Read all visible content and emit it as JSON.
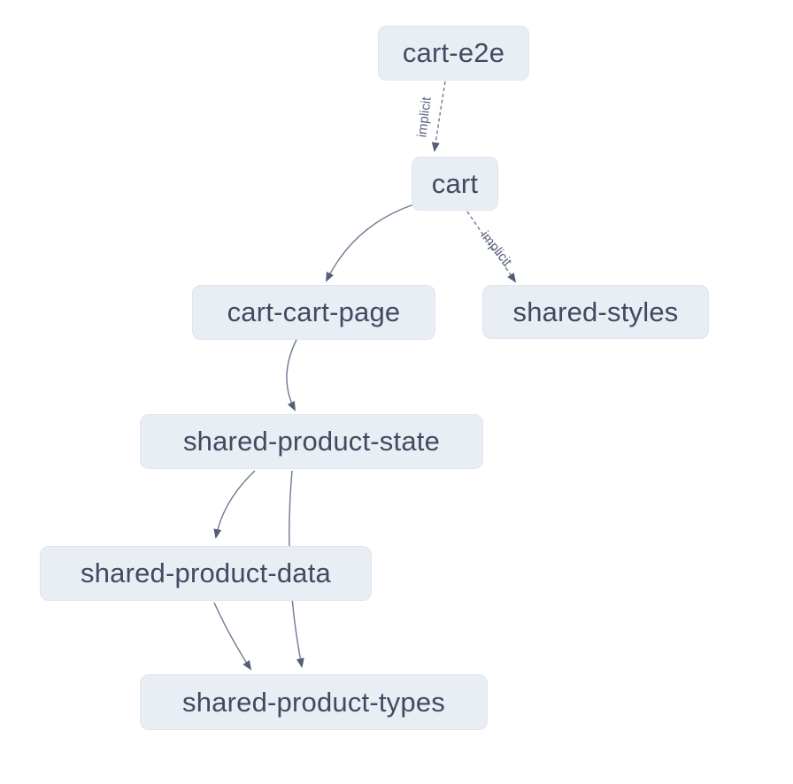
{
  "diagram": {
    "type": "dependency-graph",
    "nodes": [
      {
        "id": "cart-e2e",
        "label": "cart-e2e"
      },
      {
        "id": "cart",
        "label": "cart"
      },
      {
        "id": "cart-cart-page",
        "label": "cart-cart-page"
      },
      {
        "id": "shared-styles",
        "label": "shared-styles"
      },
      {
        "id": "shared-product-state",
        "label": "shared-product-state"
      },
      {
        "id": "shared-product-data",
        "label": "shared-product-data"
      },
      {
        "id": "shared-product-types",
        "label": "shared-product-types"
      }
    ],
    "edges": [
      {
        "from": "cart-e2e",
        "to": "cart",
        "type": "implicit",
        "label": "implicit"
      },
      {
        "from": "cart",
        "to": "cart-cart-page",
        "type": "static",
        "label": ""
      },
      {
        "from": "cart",
        "to": "shared-styles",
        "type": "implicit",
        "label": "implicit"
      },
      {
        "from": "cart-cart-page",
        "to": "shared-product-state",
        "type": "static",
        "label": ""
      },
      {
        "from": "shared-product-state",
        "to": "shared-product-data",
        "type": "static",
        "label": ""
      },
      {
        "from": "shared-product-state",
        "to": "shared-product-types",
        "type": "static",
        "label": ""
      },
      {
        "from": "shared-product-data",
        "to": "shared-product-types",
        "type": "static",
        "label": ""
      }
    ],
    "colors": {
      "background": "#ffffff",
      "node_fill": "#e9edf4",
      "node_border": "#dfe4ee",
      "node_text": "#414a5f",
      "edge_stroke": "#6f7891",
      "arrowhead": "#545e76",
      "edge_label_text": "#5a647e"
    }
  }
}
